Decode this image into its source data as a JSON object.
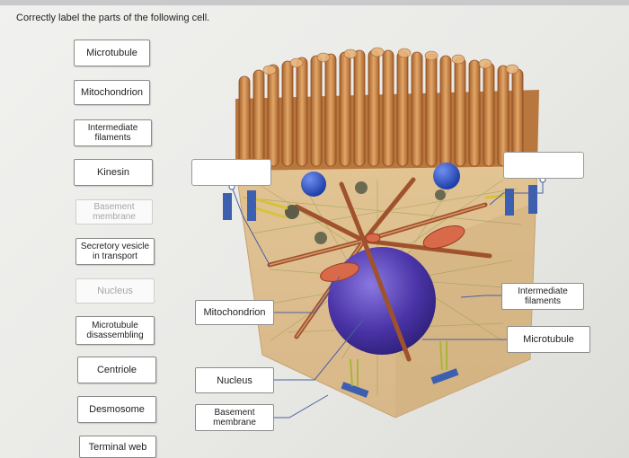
{
  "question": {
    "instruction": "Correctly label the parts of the following cell."
  },
  "label_bank": [
    {
      "label": "Microtubule",
      "used": false
    },
    {
      "label": "Mitochondrion",
      "used": false
    },
    {
      "label": "Intermediate filaments",
      "used": false
    },
    {
      "label": "Kinesin",
      "used": false
    },
    {
      "label": "Basement membrane",
      "used": true
    },
    {
      "label": "Secretory vesicle in transport",
      "used": false
    },
    {
      "label": "Nucleus",
      "used": true
    },
    {
      "label": "Microtubule disassembling",
      "used": false
    },
    {
      "label": "Centriole",
      "used": false
    },
    {
      "label": "Desmosome",
      "used": false
    },
    {
      "label": "Terminal web",
      "used": false
    }
  ],
  "placed_labels": {
    "mitochondrion": "Mitochondrion",
    "nucleus": "Nucleus",
    "basement_membrane": "Basement membrane",
    "intermediate_filaments": "Intermediate filaments",
    "microtubule": "Microtubule"
  },
  "empty_targets": [
    "upper-left-target",
    "upper-right-target"
  ],
  "colors": {
    "microvilli": "#c98a4a",
    "cytoplasm": "#d9b98a",
    "nucleus": "#5a3fb0",
    "mitochondrion": "#d86a4a",
    "vesicle": "#2f56c9",
    "leader_line": "#4a5fa0"
  }
}
